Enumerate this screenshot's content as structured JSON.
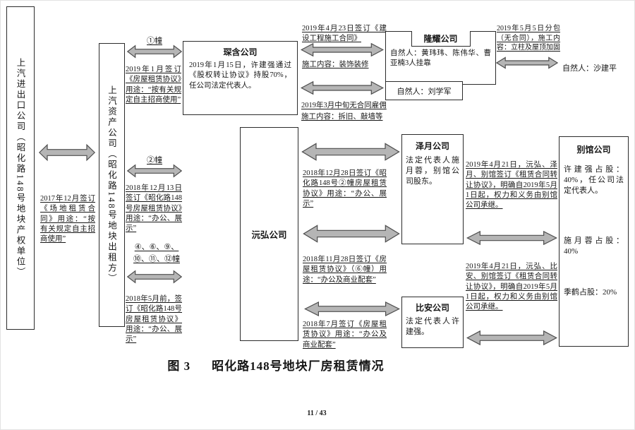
{
  "figure": {
    "caption_prefix": "图 3",
    "caption": "昭化路148号地块厂房租赁情况",
    "page_number": "11 / 43"
  },
  "boxes": {
    "saic_import": {
      "label": "上汽进出口公司（昭化路148号地块产权单位）"
    },
    "saic_asset": {
      "label": "上汽资产公司（昭化路148号地块出租方）"
    },
    "chenhan": {
      "title": "琛含公司",
      "body": "2019年1月15日，许建强通过《股权转让协议》持股70%，任公司法定代表人。"
    },
    "longyao": {
      "title": "隆耀公司",
      "body": "自然人：黄玮玮、陈伟华、曹亚楠3人挂靠"
    },
    "liu_xuejun": {
      "label": "自然人：刘学军"
    },
    "sha_jianping": {
      "label": "自然人：沙建平"
    },
    "yuanhong": {
      "title": "沅弘公司"
    },
    "zeyue": {
      "title": "泽月公司",
      "body": "法定代表人施月蓉，别馆公司股东。"
    },
    "bian": {
      "title": "比安公司",
      "body": "法定代表人许建强。"
    },
    "bieguan": {
      "title": "别馆公司",
      "lines": [
        "许建强占股：40%，任公司法定代表人。",
        "施月蓉占股：40%",
        "季鹤占股：20%"
      ]
    }
  },
  "edges": {
    "site_lease": "2017年12月签订《场地租赁合同》用途：“按有关规定自主招商使用”",
    "bldg1_label": "①幢",
    "bldg1_lease": "2019年1月签订《房屋租赁协议》用途：“按有关规定自主招商使用”",
    "bldg2_label": "②幢",
    "bldg2_lease": "2018年12月13日签订《昭化路148号房屋租赁协议》用途：“办公、展示”",
    "multi_label_1": "④、⑥、⑨、",
    "multi_label_2": "⑩、⑪、⑫幢",
    "multi_lease": "2018年5月前，签订《昭化路148号房屋租赁协议》用途：“办公、展示”",
    "construction_contract": "2019年4月23日签订《建设工程施工合同》",
    "construction_scope": "施工内容：装饰装修",
    "no_contract_hire": "2019年3月中旬无合同雇佣",
    "no_contract_scope": "施工内容：拆旧、敲墙等",
    "subcontract": "2019年5月5日分包（无合同），施工内容：立柱及屋顶加固",
    "zeyue_lease": "2018年12月28日签订《昭化路148号②幢房屋租赁协议》用途：“办公、展示”",
    "bldg6_lease": "2018年11月28日签订《房屋租赁协议》（⑥幢）用途：“办公及商业配套”",
    "bian_lease": "2018年7月签订《房屋租赁协议》用途：“办公及商业配套”",
    "zeyue_transfer": "2019年4月21日，沅弘、泽月、别馆签订《租赁合同转让协议》，明确自2019年5月1日起，权力和义务由别馆公司承继。",
    "bian_transfer": "2019年4月21日，沅弘、比安、别馆签订《租赁合同转让协议》，明确自2019年5月1日起，权力和义务由别馆公司承继。"
  }
}
